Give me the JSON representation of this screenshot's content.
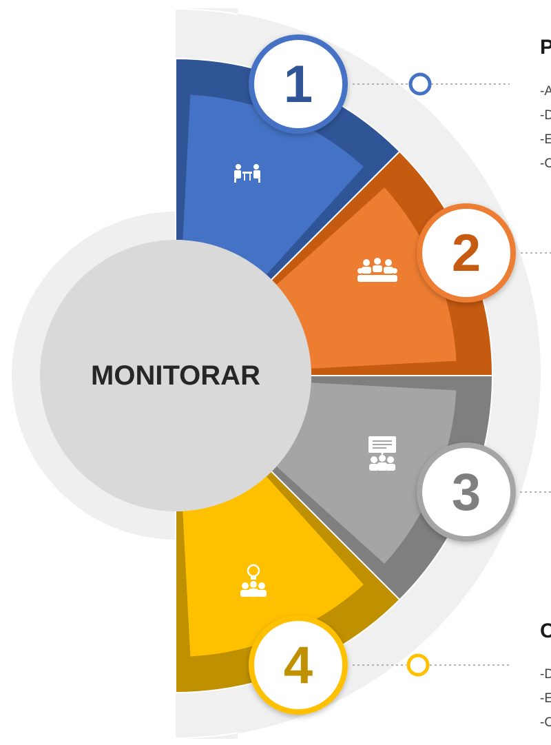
{
  "header": {
    "title_fragment": "rada"
  },
  "diagram": {
    "center_label": "MONITORAR",
    "steps": [
      {
        "number": "1",
        "icon": "meeting-people-icon",
        "color": "#4472c4",
        "dark": "#2f5597",
        "ring": "#4472c4"
      },
      {
        "number": "2",
        "icon": "conference-table-icon",
        "color": "#ed7d31",
        "dark": "#c55a11",
        "ring": "#ed7d31"
      },
      {
        "number": "3",
        "icon": "presentation-group-icon",
        "color": "#a5a5a5",
        "dark": "#7f7f7f",
        "ring": "#a5a5a5"
      },
      {
        "number": "4",
        "icon": "idea-team-icon",
        "color": "#ffc000",
        "dark": "#bf9000",
        "ring": "#ffc000"
      }
    ],
    "side_text": {
      "top_heading": "P",
      "top_items": [
        "-A",
        "-D",
        "-E",
        "-C"
      ],
      "bottom_heading": "C",
      "bottom_items": [
        "-D",
        "-E",
        "-C"
      ]
    }
  }
}
